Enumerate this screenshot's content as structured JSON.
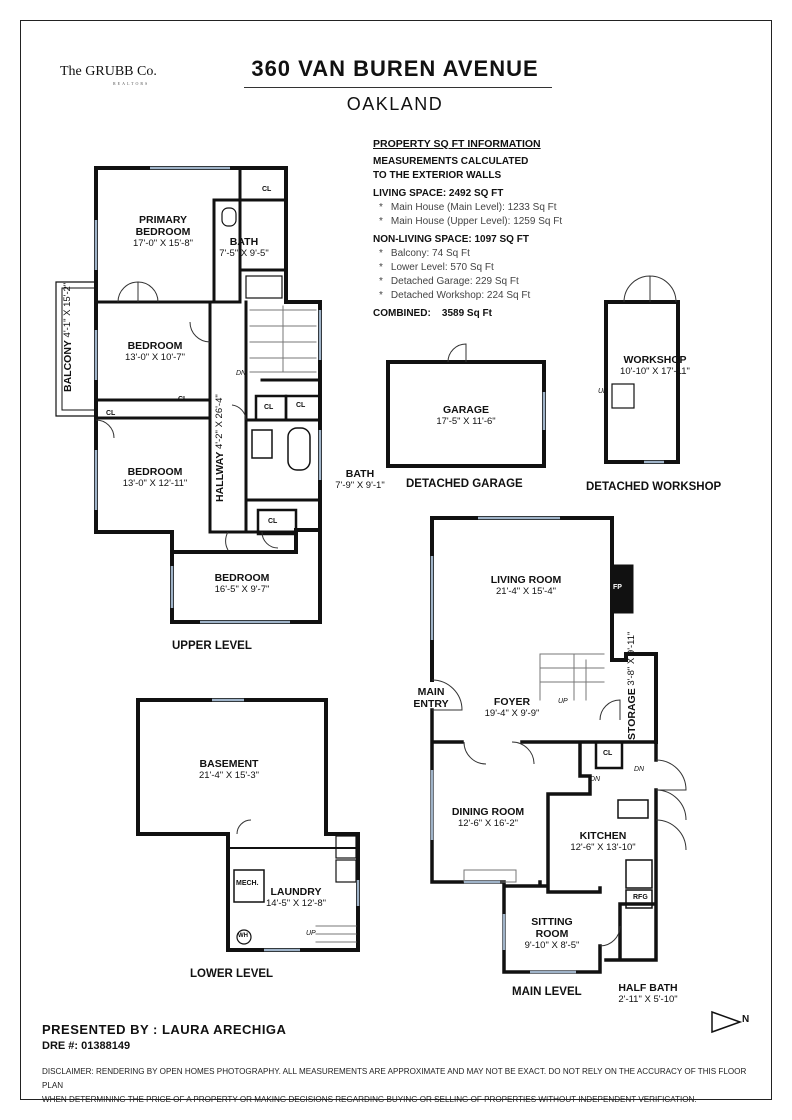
{
  "header": {
    "title": "360 VAN BUREN AVENUE",
    "subtitle": "OAKLAND",
    "logo_prefix": "The GRUBB Co.",
    "logo_sub": "REALTORS"
  },
  "sqft": {
    "heading": "PROPERTY SQ FT INFORMATION",
    "calc_line1": "MEASUREMENTS CALCULATED",
    "calc_line2": "TO THE EXTERIOR WALLS",
    "living": "LIVING SPACE: 2492 SQ FT",
    "living_items": [
      {
        "label": "Main House (Main Level):",
        "value": "1233 Sq Ft"
      },
      {
        "label": "Main House (Upper Level):",
        "value": "1259 Sq Ft"
      }
    ],
    "nonliving": "NON-LIVING SPACE: 1097 SQ FT",
    "nonliving_items": [
      {
        "label": "Balcony:",
        "value": "74 Sq Ft"
      },
      {
        "label": "Lower Level:",
        "value": "570 Sq Ft"
      },
      {
        "label": "Detached Garage:",
        "value": "229 Sq Ft"
      },
      {
        "label": "Detached Workshop:",
        "value": "224 Sq Ft"
      }
    ],
    "combined_label": "COMBINED:",
    "combined_value": "3589  Sq Ft"
  },
  "upper": {
    "level_label": "UPPER LEVEL",
    "primary_bedroom": {
      "name1": "PRIMARY",
      "name2": "BEDROOM",
      "dims": "17'-0\" X 15'-8\""
    },
    "bath1": {
      "name": "BATH",
      "dims": "7'-5\" X 9'-5\""
    },
    "bedroom1": {
      "name": "BEDROOM",
      "dims": "13'-0\" X 10'-7\""
    },
    "bedroom2": {
      "name": "BEDROOM",
      "dims": "13'-0\" X 12'-11\""
    },
    "bedroom3": {
      "name": "BEDROOM",
      "dims": "16'-5\" X 9'-7\""
    },
    "balcony": {
      "name": "BALCONY",
      "dims": "4'-1\" X 15'-2\""
    },
    "hallway": {
      "name": "HALLWAY",
      "dims": "4'-2\" X 26'-4\""
    },
    "bath2": {
      "name": "BATH",
      "dims": "7'-9\" X 9'-1\""
    },
    "cl": "CL",
    "dn": "DN"
  },
  "garage": {
    "name": "GARAGE",
    "dims": "17'-5\" X 11'-6\"",
    "label": "DETACHED GARAGE"
  },
  "workshop": {
    "name": "WORKSHOP",
    "dims": "10'-10\" X 17'-11\"",
    "label": "DETACHED WORKSHOP",
    "up": "UP"
  },
  "main": {
    "level_label": "MAIN LEVEL",
    "living_room": {
      "name": "LIVING ROOM",
      "dims": "21'-4\" X 15'-4\""
    },
    "fp": "FP",
    "main_entry1": "MAIN",
    "main_entry2": "ENTRY",
    "foyer": {
      "name": "FOYER",
      "dims": "19'-4\" X 9'-9\""
    },
    "storage": {
      "name": "STORAGE",
      "dims": "3'-8\" X 9'-11\""
    },
    "dining_room": {
      "name": "DINING ROOM",
      "dims": "12'-6\" X 16'-2\""
    },
    "kitchen": {
      "name": "KITCHEN",
      "dims": "12'-6\" X 13'-10\""
    },
    "sitting_room": {
      "name1": "SITTING",
      "name2": "ROOM",
      "dims": "9'-10\" X 8'-5\""
    },
    "half_bath": {
      "name": "HALF BATH",
      "dims": "2'-11\" X 5'-10\""
    },
    "rfg": "RFG",
    "cl": "CL",
    "up": "UP",
    "dn": "DN",
    "north": "N"
  },
  "lower": {
    "level_label": "LOWER LEVEL",
    "basement": {
      "name": "BASEMENT",
      "dims": "21'-4\" X 15'-3\""
    },
    "laundry": {
      "name": "LAUNDRY",
      "dims": "14'-5\" X 12'-8\""
    },
    "mech": "MECH.",
    "wh": "WH",
    "up": "UP"
  },
  "footer": {
    "presented": "PRESENTED BY : LAURA ARECHIGA",
    "dre": "DRE #: 01388149",
    "disclaimer1": "DISCLAIMER: RENDERING BY OPEN HOMES PHOTOGRAPHY. ALL MEASUREMENTS ARE APPROXIMATE AND MAY NOT BE EXACT. DO NOT RELY ON THE ACCURACY OF THIS FLOOR PLAN",
    "disclaimer2": "WHEN DETERMINING THE PRICE OF A PROPERTY OR MAKING DECISIONS REGARDING BUYING OR SELLING OF PROPERTIES WITHOUT INDEPENDENT VERIFICATION."
  }
}
